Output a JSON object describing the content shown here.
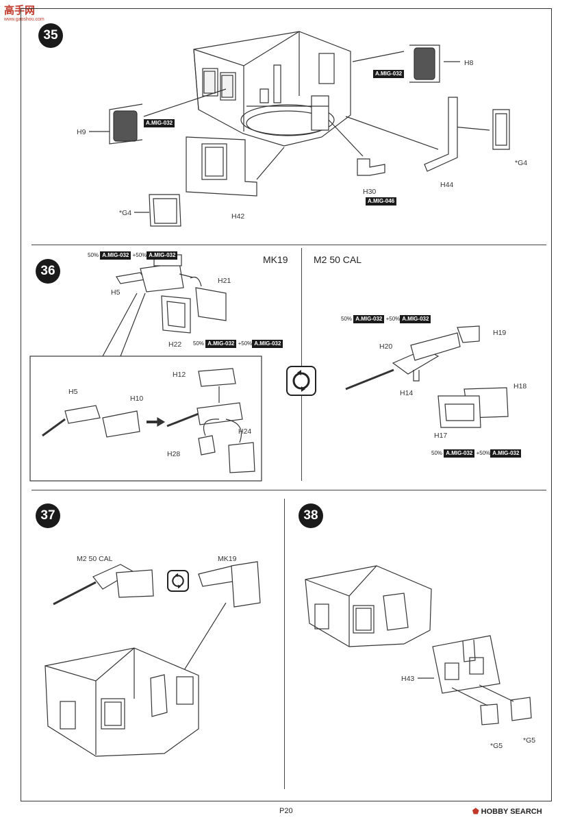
{
  "watermark": {
    "text": "高手网",
    "sub": "www.gaoshou.com"
  },
  "footer": {
    "page": "P20",
    "brand": "HOBBY SEARCH"
  },
  "paint_codes": {
    "mig032": "A.MIG-032",
    "mig046": "A.MIG-046"
  },
  "steps": [
    {
      "number": "35"
    },
    {
      "number": "36"
    },
    {
      "number": "37"
    },
    {
      "number": "38"
    }
  ],
  "step35": {
    "labels": {
      "h8": "H8",
      "h9": "H9",
      "h30": "H30",
      "h42": "H42",
      "h44": "H44",
      "g4a": "*G4",
      "g4b": "*G4"
    }
  },
  "step36": {
    "title_mk19": "MK19",
    "title_m2": "M2 50 CAL",
    "mix_prefix": "50%",
    "mix_middle": "+50%",
    "labels": {
      "h5": "H5",
      "h21": "H21",
      "h22": "H22",
      "h12": "H12",
      "h5b": "H5",
      "h10": "H10",
      "h24": "H24",
      "h28": "H28",
      "h19": "H19",
      "h20": "H20",
      "h14": "H14",
      "h18": "H18",
      "h17": "H17"
    }
  },
  "step37": {
    "title_m2": "M2 50 CAL",
    "title_mk19": "MK19"
  },
  "step38": {
    "labels": {
      "h43": "H43",
      "g5a": "*G5",
      "g5b": "*G5"
    }
  },
  "colors": {
    "ink": "#1a1a1a",
    "line": "#333333",
    "frame": "#333333",
    "brand_red": "#c0392b"
  }
}
